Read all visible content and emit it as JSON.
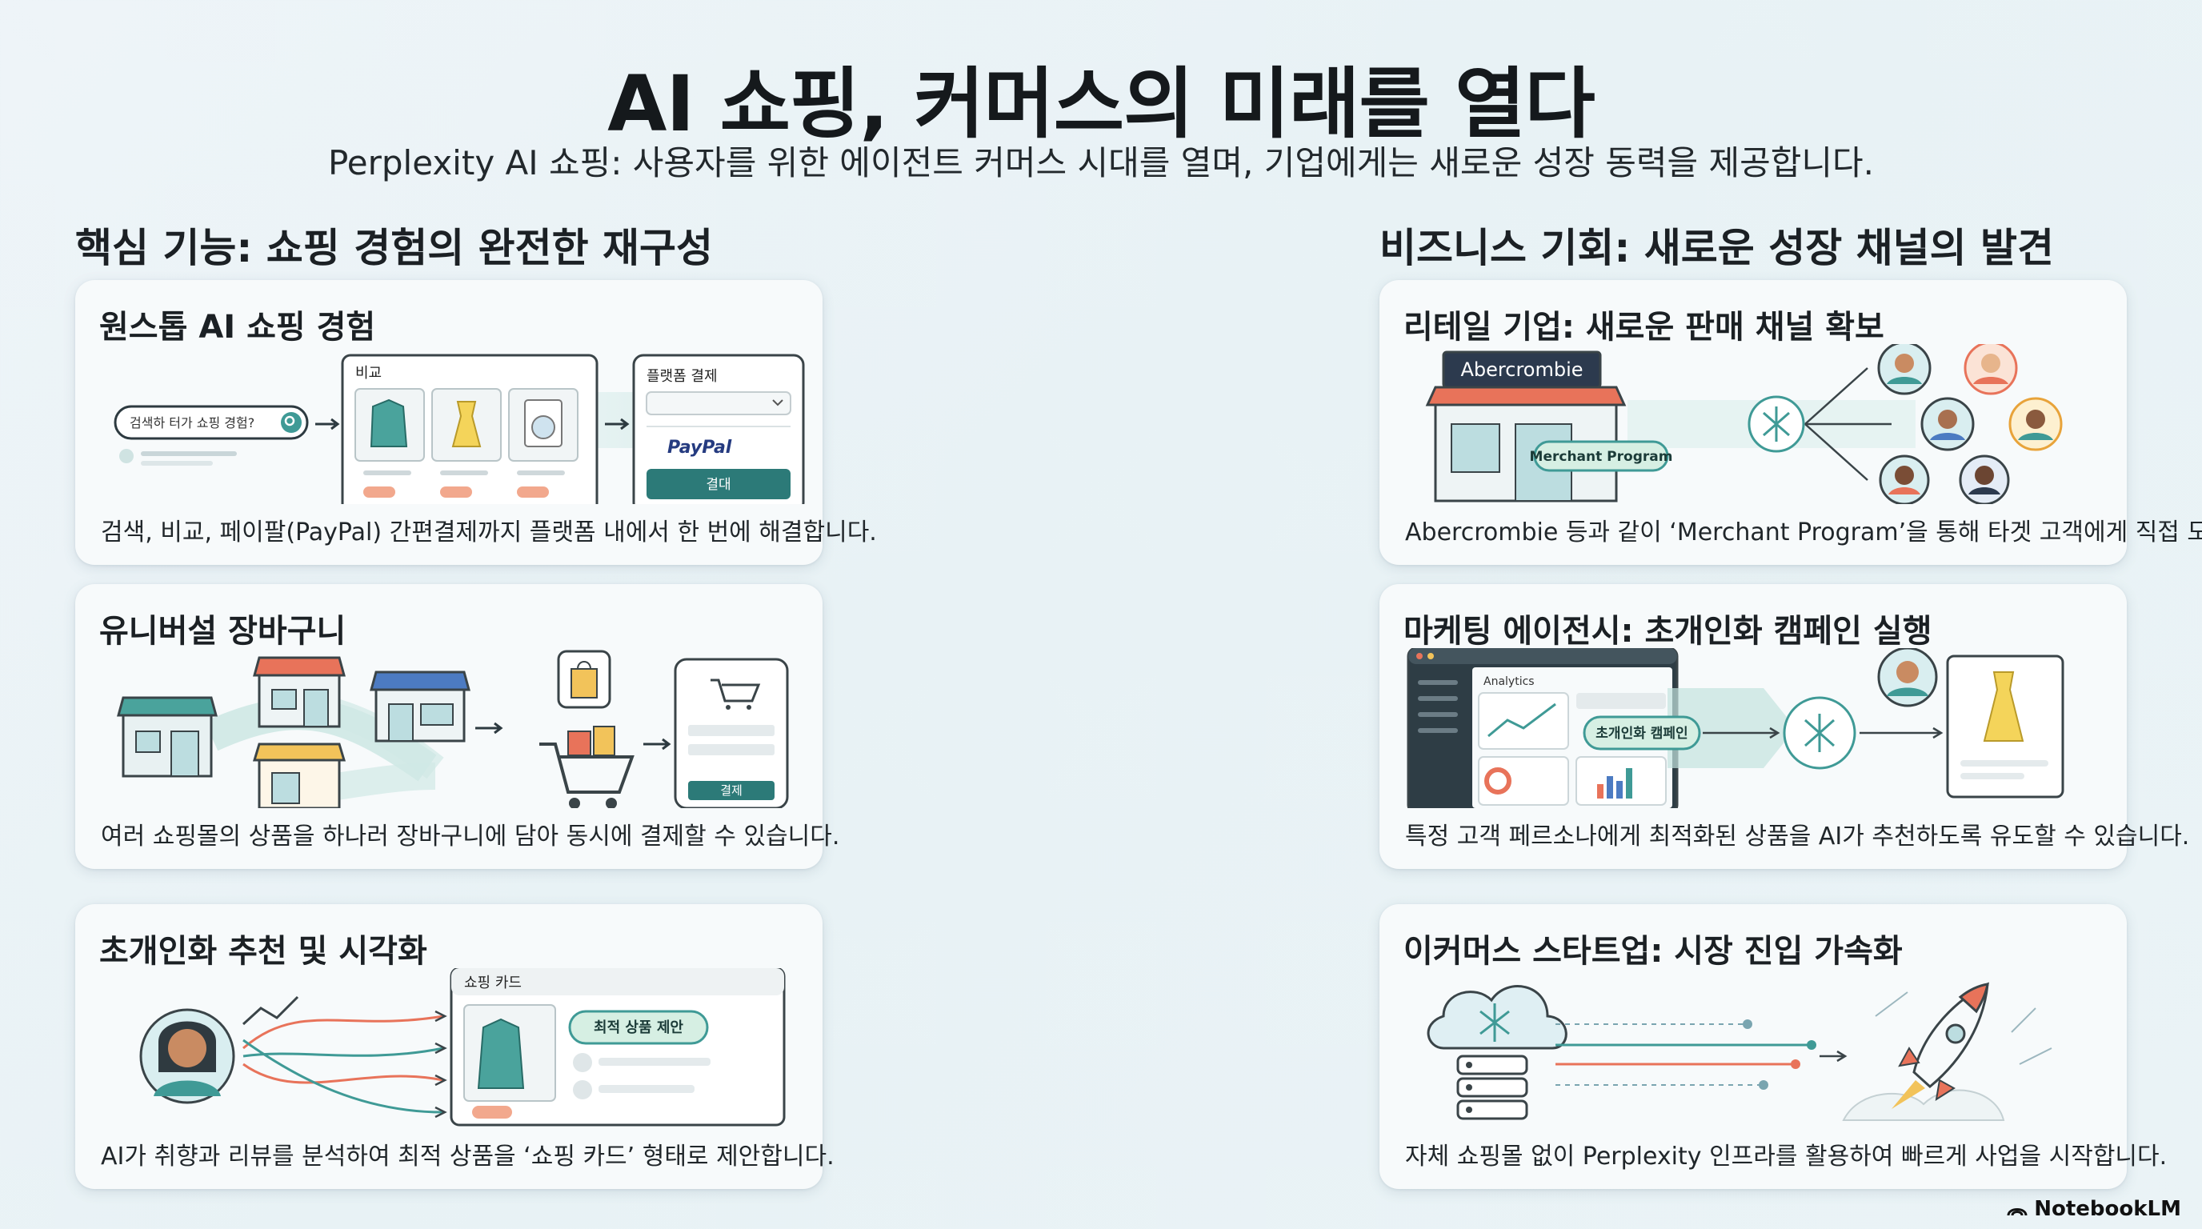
{
  "header": {
    "title": "AI 쇼핑, 커머스의 미래를 열다",
    "subtitle": "Perplexity AI 쇼핑: 사용자를 위한 에이전트 커머스 시대를 열며, 기업에게는 새로운 성장 동력을 제공합니다."
  },
  "left_section": {
    "heading": "핵심 기능: 쇼핑 경험의 완전한 재구성",
    "cards": [
      {
        "title": "원스톱 AI 쇼핑 경험",
        "desc": "검색, 비교, 페이팔(PayPal) 간편결제까지 플랫폼 내에서 한 번에 해결합니다.",
        "search_text": "검색하 터가 쇼핑 경험?",
        "compare_label": "비교",
        "pay_label": "플랫폼 결제",
        "paypal_label": "PayPal",
        "pay_button": "결대"
      },
      {
        "title": "유니버설 장바구니",
        "desc": "여러 쇼핑몰의 상품을 하나러 장바구니에 담아 동시에 결제할 수 있습니다.",
        "checkout_button": "결제"
      },
      {
        "title": "초개인화 추천 및 시각화",
        "desc": "AI가 취향과 리뷰를 분석하여 최적 상품을 ‘쇼핑 카드’ 형태로 제안합니다.",
        "card_label": "쇼핑 카드",
        "best_badge": "최적 상품 제안"
      }
    ]
  },
  "right_section": {
    "heading": "비즈니스 기회: 새로운 성장 채널의 발견",
    "cards": [
      {
        "title": "리테일 기업: 새로운 판매 채널 확보",
        "desc": "Abercrombie 등과 같이 ‘Merchant Program’을 통해 타겟 고객에게 직접 도달합니다.",
        "store_sign": "Abercrombie",
        "program_badge": "Merchant Program"
      },
      {
        "title": "마케팅 에이전시: 초개인화 캠페인 실행",
        "desc": "특정 고객 페르소나에게 최적화된 상품을 AI가 추천하도록 유도할 수 있습니다.",
        "dashboard_label": "Analytics",
        "campaign_badge": "초개인화 캠페인"
      },
      {
        "title": "이커머스 스타트업: 시장 진입 가속화",
        "desc": "자체 쇼핑몰 없이 Perplexity 인프라를 활용하여 빠르게 사업을 시작합니다."
      }
    ]
  },
  "footer": {
    "brand": "NotebookLM"
  },
  "colors": {
    "teal": "#3f9a96",
    "teal_dark": "#2c7a78",
    "coral": "#e8735a",
    "card_bg": "#f7fafb"
  }
}
